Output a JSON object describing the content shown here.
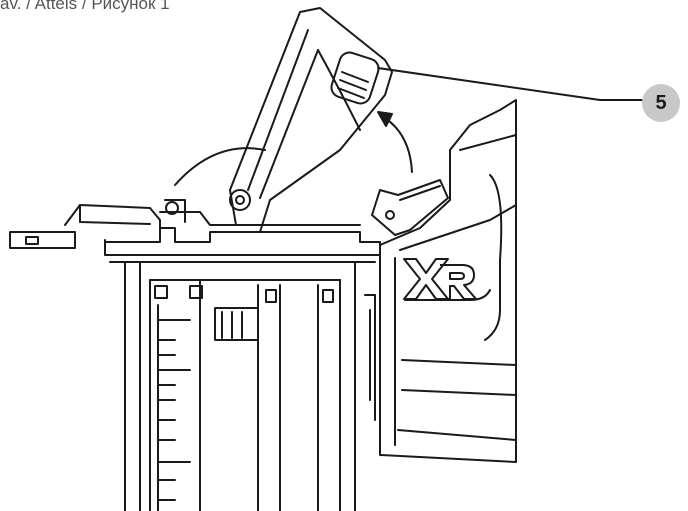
{
  "header": {
    "text": "av. / Attels / Рисунок 1"
  },
  "callouts": [
    {
      "number": "5",
      "target": "lid-latch"
    }
  ],
  "logo": {
    "text": "XR"
  },
  "colors": {
    "line": "#1a1a1a",
    "callout_fill": "#c8c8c8",
    "background": "#ffffff"
  }
}
